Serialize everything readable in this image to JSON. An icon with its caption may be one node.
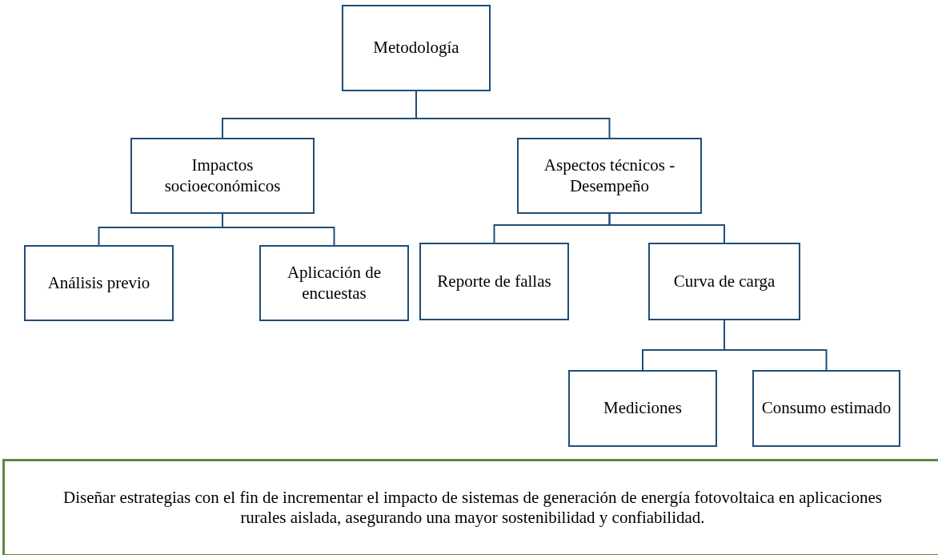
{
  "diagram": {
    "nodes": [
      {
        "text": [
          "Metodología"
        ]
      },
      {
        "text": [
          "Impactos socioeconómicos"
        ]
      },
      {
        "text": [
          "Aspectos técnicos - Desempeño"
        ]
      },
      {
        "text": [
          "Análisis previo"
        ]
      },
      {
        "text": [
          "Aplicación de encuestas"
        ]
      },
      {
        "text": [
          "Reporte de fallas"
        ]
      },
      {
        "text": [
          "Curva de carga"
        ]
      },
      {
        "text": [
          "Mediciones"
        ]
      },
      {
        "text": [
          "Consumo estimado"
        ]
      },
      {
        "text": [
          "Diseñar estrategias con el fin de incrementar el impacto de sistemas de generación de energía fotovoltaica en aplicaciones rurales aislada, asegurando una mayor sostenibilidad y confiabilidad."
        ]
      }
    ],
    "edges": [
      {
        "from": 0,
        "to": 1,
        "arrow": "none"
      },
      {
        "from": 0,
        "to": 2,
        "arrow": "none"
      },
      {
        "from": 1,
        "to": 3,
        "arrow": "none"
      },
      {
        "from": 1,
        "to": 4,
        "arrow": "none"
      },
      {
        "from": 2,
        "to": 5,
        "arrow": "none"
      },
      {
        "from": 2,
        "to": 6,
        "arrow": "none"
      },
      {
        "from": 6,
        "to": 7,
        "arrow": "none"
      },
      {
        "from": 6,
        "to": 8,
        "arrow": "none"
      }
    ]
  }
}
